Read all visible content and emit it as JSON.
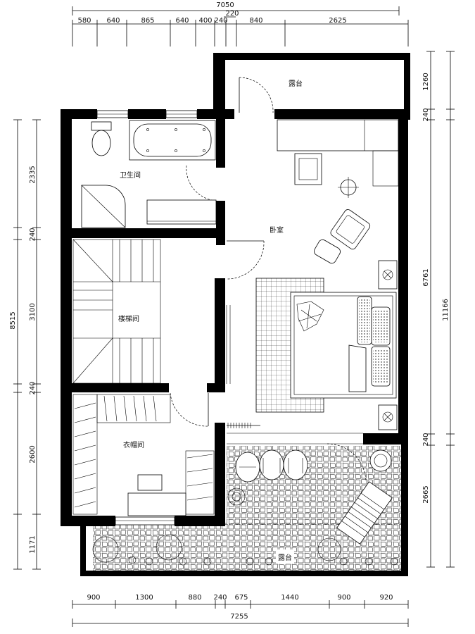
{
  "dimensions": {
    "top_total": "7050",
    "top_sub": "220",
    "top_segments": [
      "580",
      "640",
      "865",
      "640",
      "400",
      "240",
      "840",
      "2625"
    ],
    "bottom_segments": [
      "900",
      "1300",
      "880",
      "240",
      "675",
      "1440",
      "900",
      "920"
    ],
    "bottom_total": "7255",
    "left_segments": [
      "2335",
      "240",
      "3100",
      "240",
      "2600",
      "1171"
    ],
    "left_total": "8515",
    "right_segments": [
      "1260",
      "240",
      "6761",
      "240",
      "2665"
    ],
    "right_total": "11166"
  },
  "rooms": {
    "balcony_top": "露台",
    "bathroom": "卫生间",
    "bedroom": "卧室",
    "stairwell": "楼梯间",
    "closet": "衣帽间",
    "balcony_bottom": "露台"
  }
}
